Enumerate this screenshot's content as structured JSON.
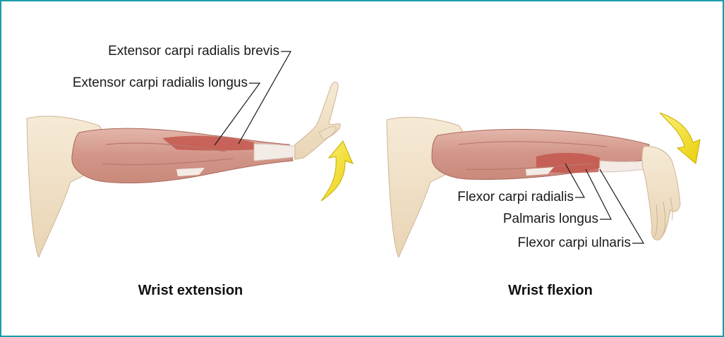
{
  "panels": {
    "extension": {
      "caption": "Wrist extension",
      "labels": {
        "brevis": "Extensor carpi radialis brevis",
        "longus": "Extensor carpi radialis longus"
      }
    },
    "flexion": {
      "caption": "Wrist flexion",
      "labels": {
        "flexor_radialis": "Flexor carpi radialis",
        "palmaris": "Palmaris longus",
        "flexor_ulnaris": "Flexor carpi ulnaris"
      }
    }
  },
  "colors": {
    "border": "#1b9bab",
    "skin": "#f2e2c8",
    "muscle": "#d9a59a",
    "muscle_dark": "#c4574f",
    "tendon": "#f3ebe6",
    "arrow": "#f5e51a"
  },
  "icons": [
    "curved-arrow-up-icon",
    "curved-arrow-down-icon"
  ]
}
